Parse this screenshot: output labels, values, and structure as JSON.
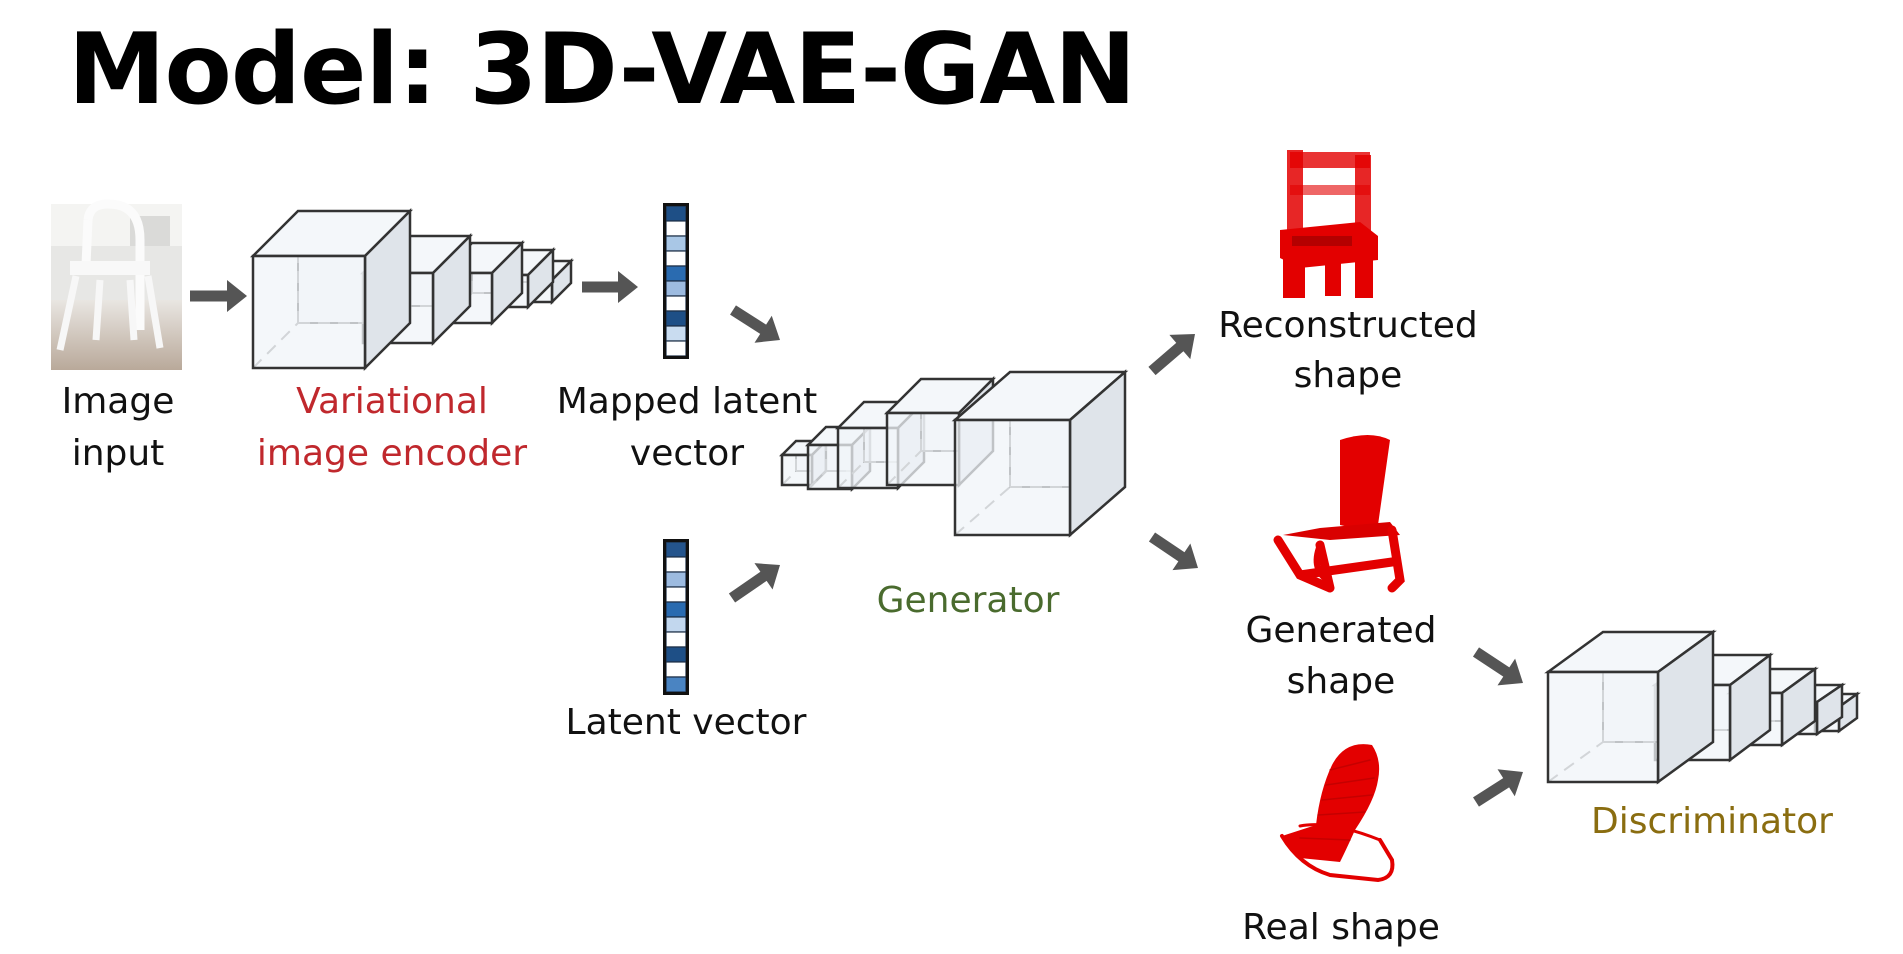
{
  "title": "Model: 3D-VAE-GAN",
  "labels": {
    "image_input": [
      "Image",
      "input"
    ],
    "encoder": [
      "Variational",
      "image encoder"
    ],
    "mapped_latent": [
      "Mapped latent",
      "vector"
    ],
    "latent_vector": "Latent vector",
    "generator": "Generator",
    "reconstructed": [
      "Reconstructed",
      "shape"
    ],
    "generated": [
      "Generated",
      "shape"
    ],
    "real": "Real shape",
    "discriminator": "Discriminator"
  },
  "colors": {
    "encoder": "#c0282d",
    "generator": "#4a6b2e",
    "discriminator": "#8a6d10",
    "shape_red": "#e30000",
    "arrow": "#555555",
    "box_stroke": "#333333",
    "box_fill": "#eef3f8"
  },
  "latent_cells": {
    "mapped": [
      "#1e4f86",
      "#ffffff",
      "#a9c7e6",
      "#ffffff",
      "#2a6bb0",
      "#9dbbe0",
      "#ffffff",
      "#1e4f86",
      "#c9dcf0",
      "#ffffff"
    ],
    "latent": [
      "#24548c",
      "#ffffff",
      "#9dbbe0",
      "#ffffff",
      "#2a6bb0",
      "#c2d7ee",
      "#ffffff",
      "#1e4f86",
      "#ffffff",
      "#4a84c2"
    ]
  }
}
